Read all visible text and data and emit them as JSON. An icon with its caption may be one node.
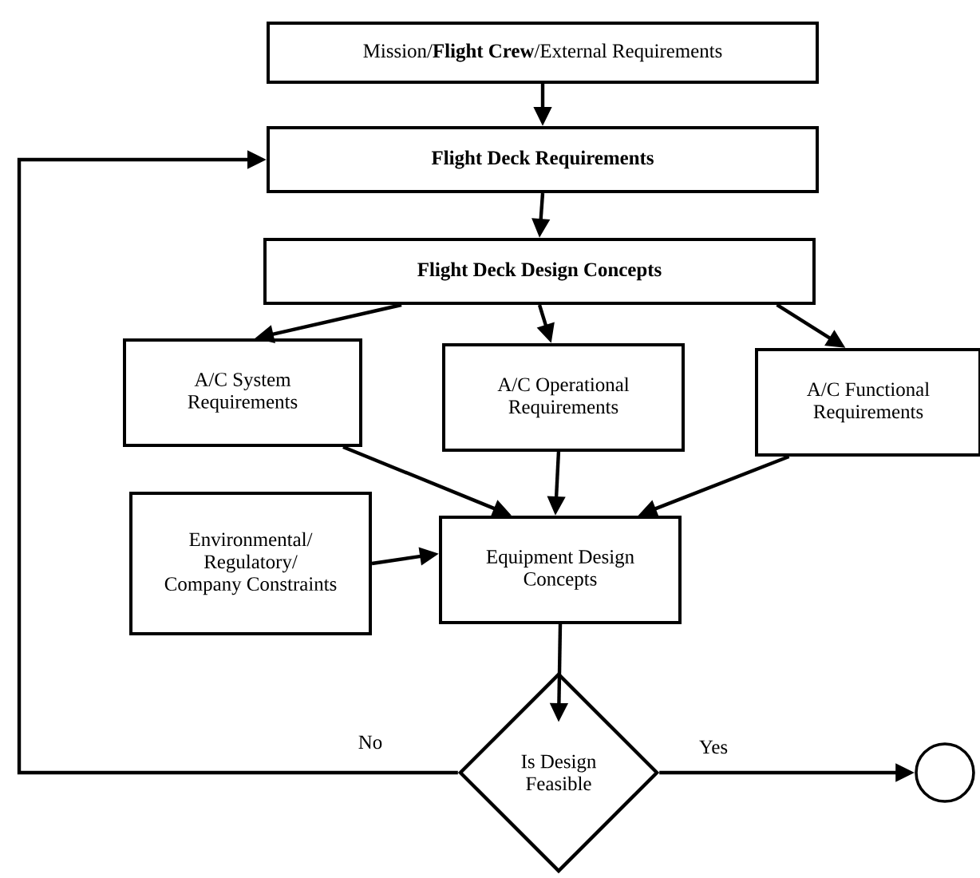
{
  "diagram": {
    "nodes": [
      {
        "text": [
          "Mission/**Flight Crew**/External Requirements"
        ]
      },
      {
        "text": [
          "Flight Deck Requirements"
        ]
      },
      {
        "text": [
          "Flight Deck Design Concepts"
        ]
      },
      {
        "text": [
          "A/C System Requirements"
        ]
      },
      {
        "text": [
          "A/C Operational Requirements"
        ]
      },
      {
        "text": [
          "A/C Functional Requirements"
        ]
      },
      {
        "text": [
          "Environmental/ Regulatory/ Company Constraints"
        ]
      },
      {
        "text": [
          "Equipment Design Concepts"
        ]
      },
      {
        "text": [
          "Is Design Feasible"
        ]
      },
      {
        "text": [],
        "shape": "circle"
      }
    ],
    "edges": [
      {
        "from": 0,
        "to": 1,
        "arrow": "to"
      },
      {
        "from": 1,
        "to": 2,
        "arrow": "to"
      },
      {
        "from": 2,
        "to": 3,
        "arrow": "to"
      },
      {
        "from": 2,
        "to": 4,
        "arrow": "to"
      },
      {
        "from": 2,
        "to": 5,
        "arrow": "to"
      },
      {
        "from": 3,
        "to": 7,
        "arrow": "to"
      },
      {
        "from": 4,
        "to": 7,
        "arrow": "to"
      },
      {
        "from": 5,
        "to": 7,
        "arrow": "to"
      },
      {
        "from": 6,
        "to": 7,
        "arrow": "to"
      },
      {
        "from": 7,
        "to": 8,
        "arrow": "to"
      },
      {
        "from": 8,
        "to": 1,
        "arrow": "to",
        "label": "No"
      },
      {
        "from": 8,
        "to": 9,
        "arrow": "to",
        "label": "Yes"
      }
    ]
  }
}
